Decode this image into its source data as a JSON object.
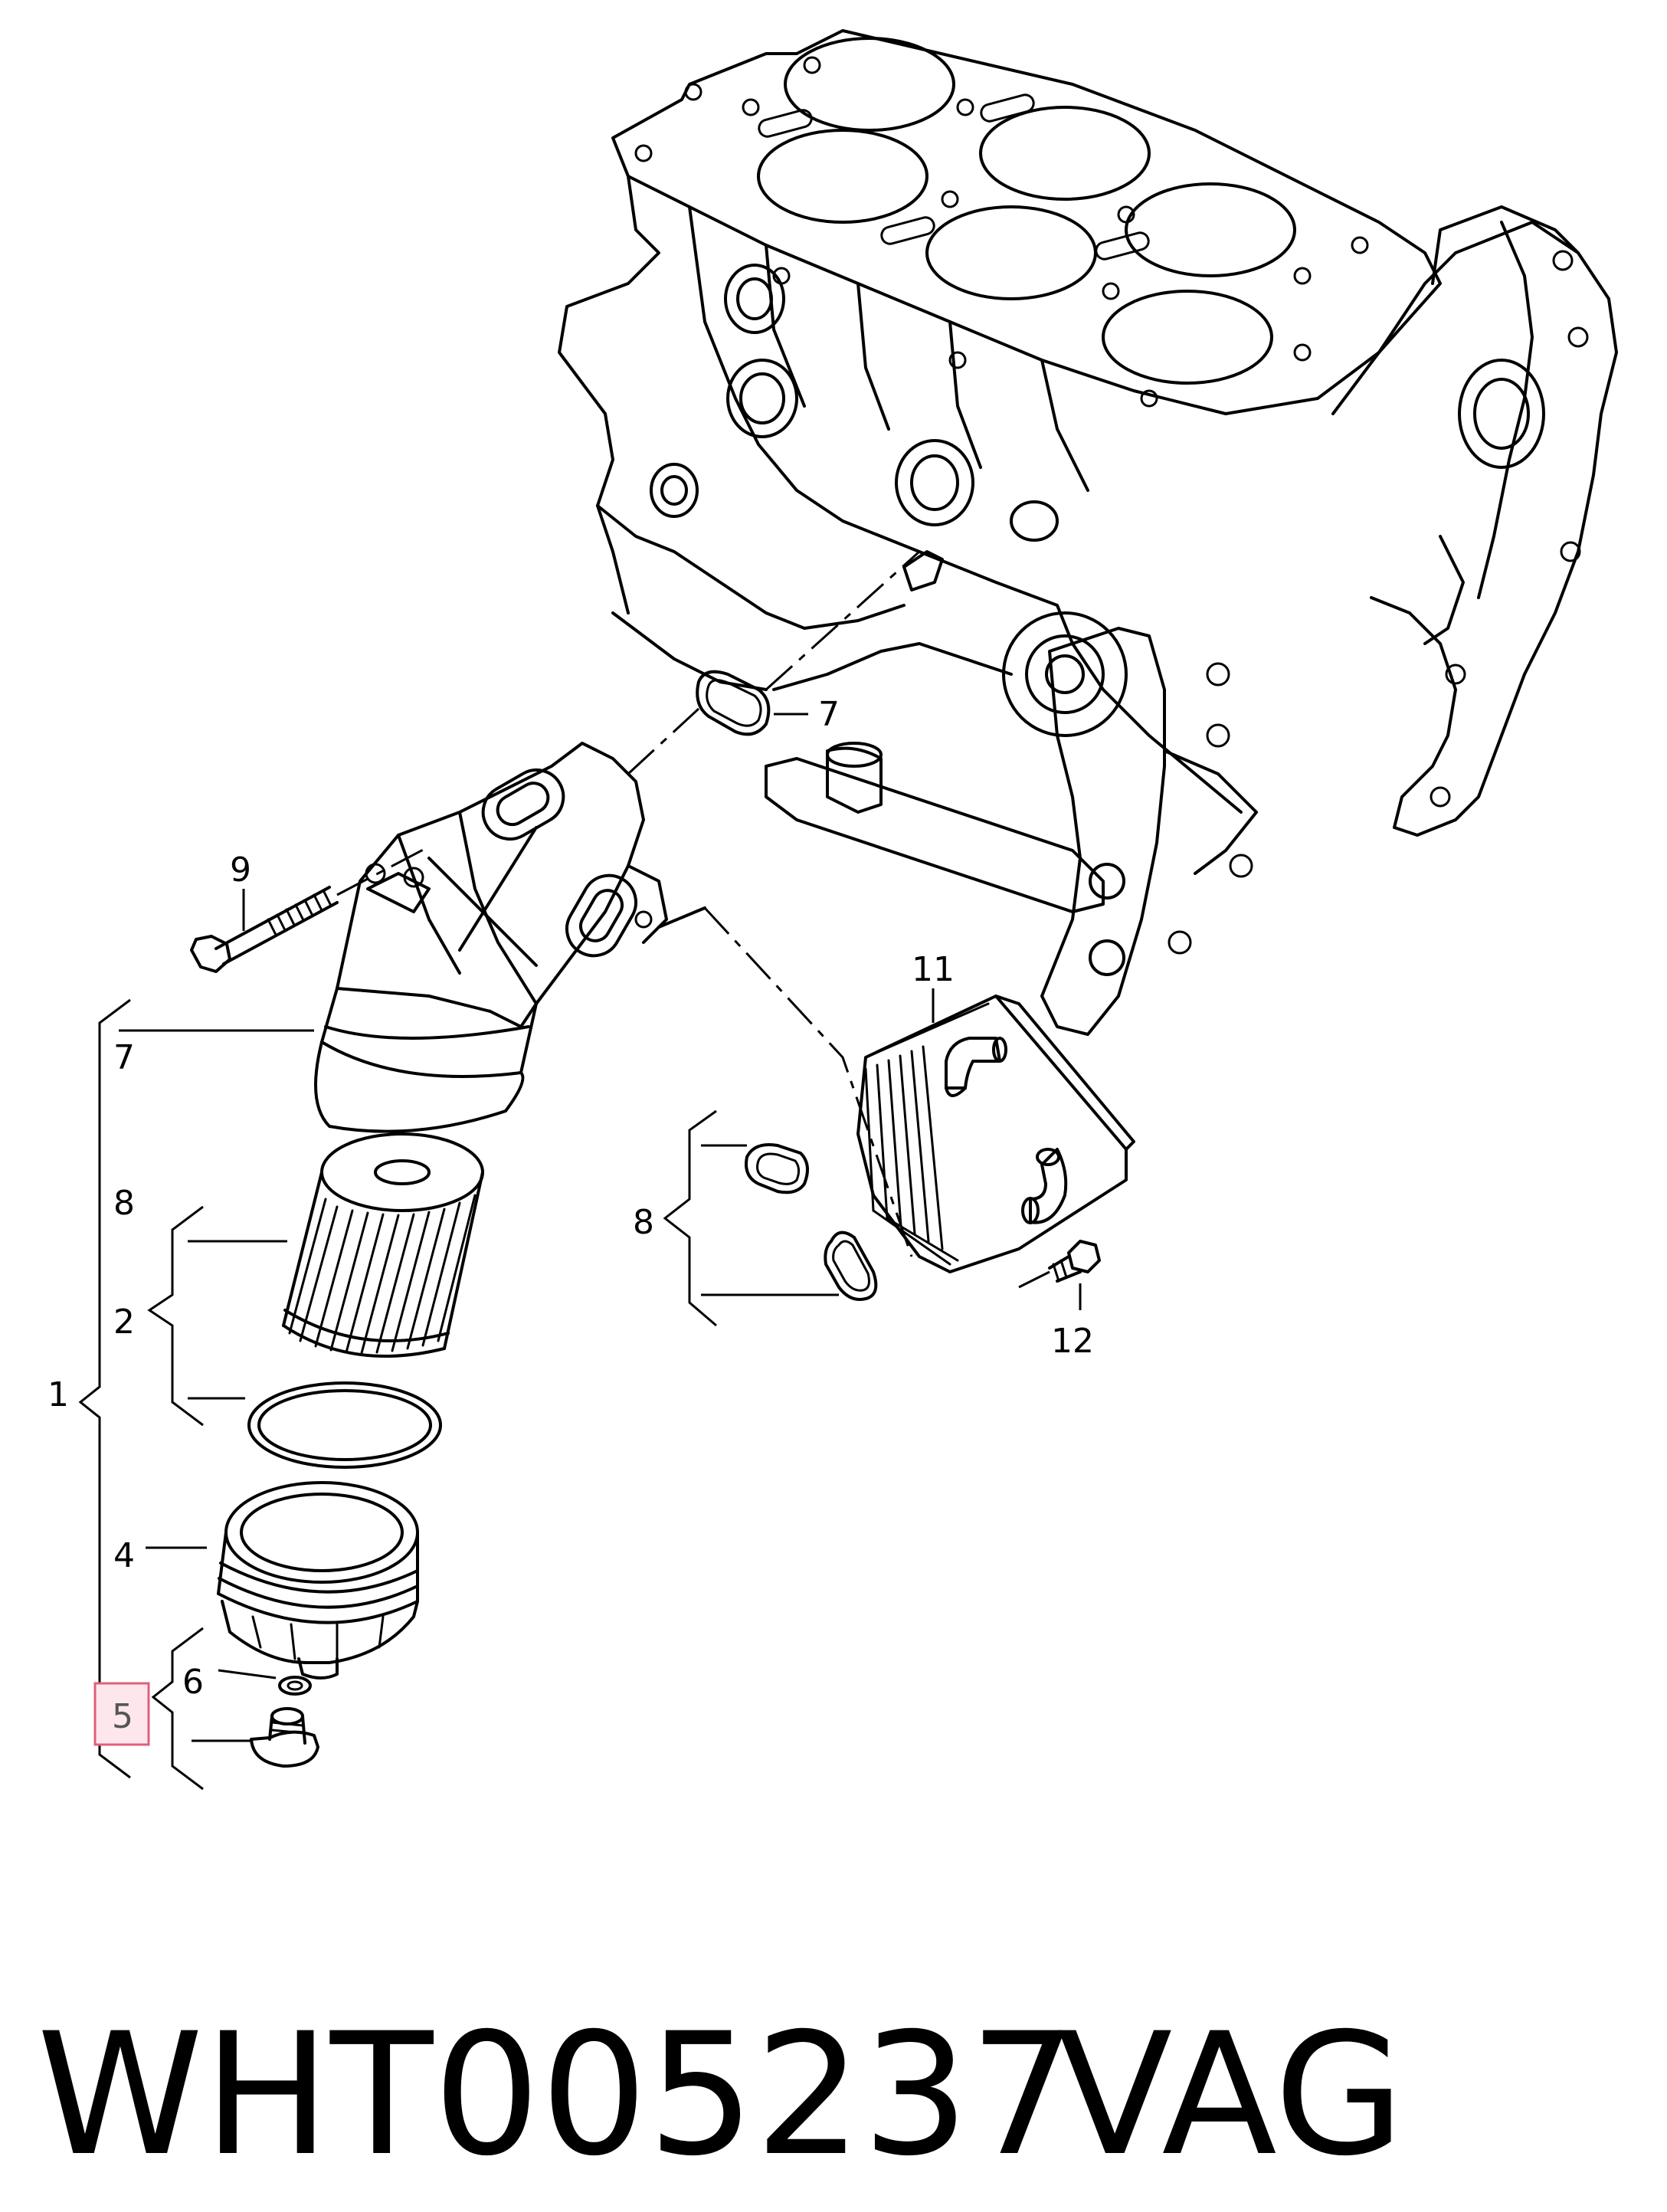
{
  "callouts": {
    "c1": "1",
    "c2": "2",
    "c4": "4",
    "c5": "5",
    "c6": "6",
    "c7a": "7",
    "c7b": "7",
    "c8a": "8",
    "c8b": "8",
    "c9": "9",
    "c11": "11",
    "c12": "12"
  },
  "highlight": {
    "callout": "5",
    "color": "#e0607a"
  },
  "footer": {
    "part_number": "WHT005237",
    "brand": "VAG"
  }
}
